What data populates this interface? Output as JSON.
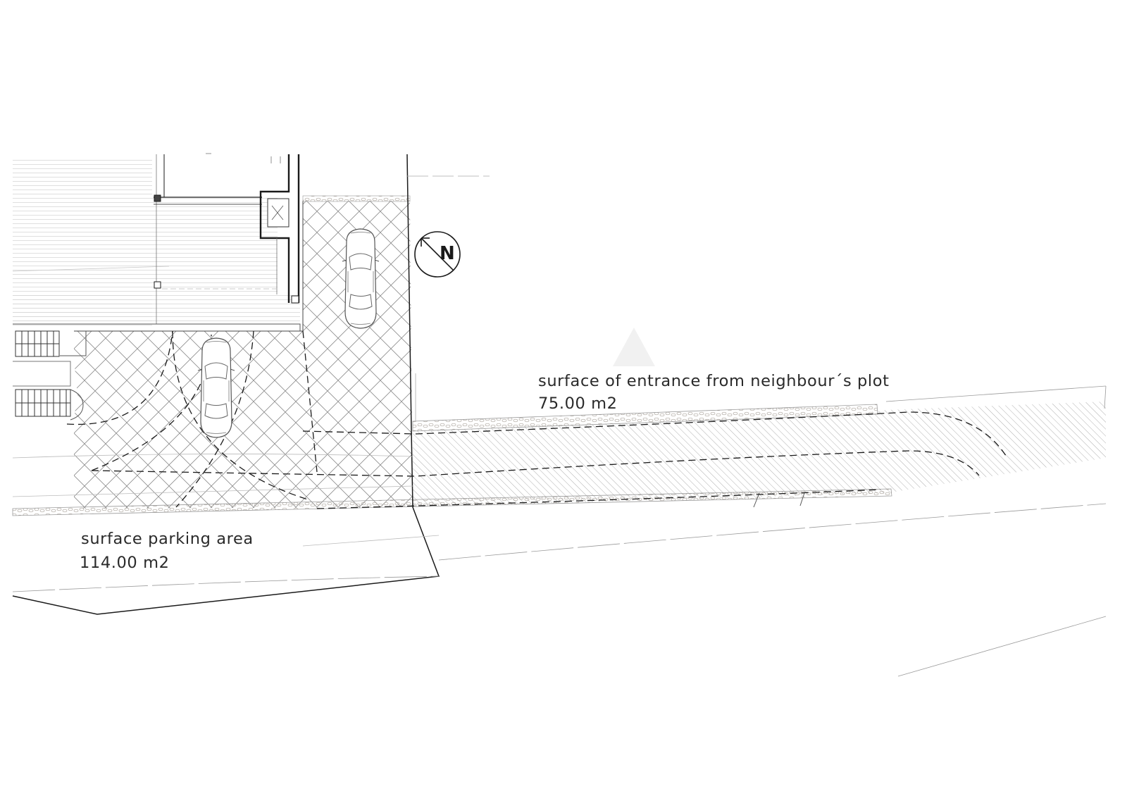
{
  "labels": {
    "entrance_surface": {
      "title": "surface of entrance from neighbour´s plot",
      "area": "75.00 m2"
    },
    "parking_surface": {
      "title": "surface parking area",
      "area": "114.00 m2"
    }
  },
  "north_arrow": {
    "letter": "N"
  },
  "colors": {
    "line": "#1a1a1a",
    "thin_line": "#9a9a9a",
    "hatch": "#8c8c8c",
    "gravel": "#a9a29a",
    "watermark": "#f1f1f1"
  }
}
